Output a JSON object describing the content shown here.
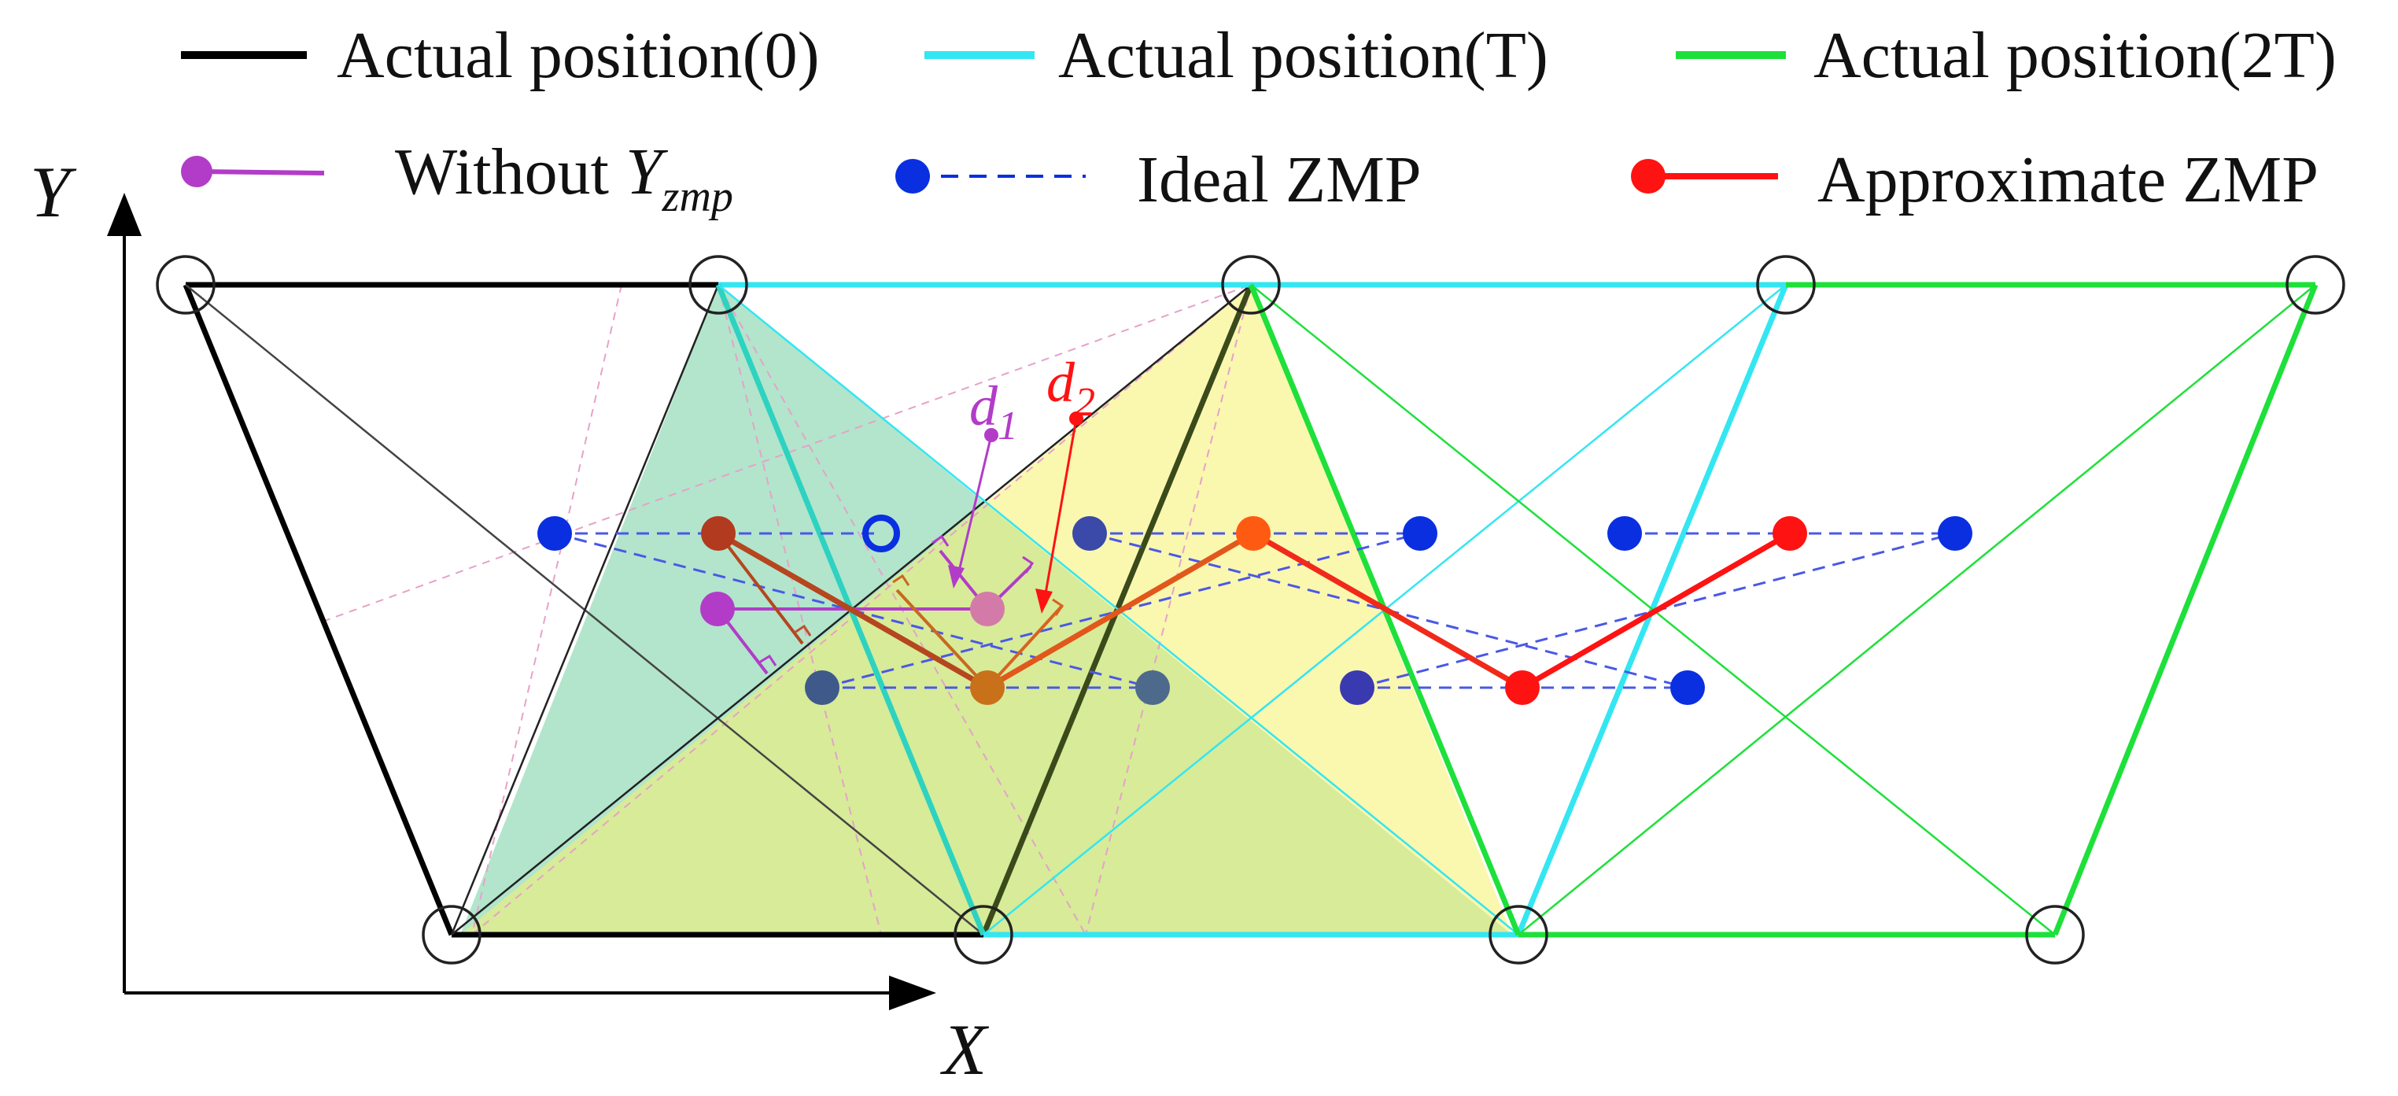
{
  "legend": {
    "actual0": "Actual position(0)",
    "actualT": "Actual position(T)",
    "actual2T": "Actual position(2T)",
    "without_prefix": "Without ",
    "without_var": "Y",
    "without_sub": "zmp",
    "ideal": "Ideal ZMP",
    "approx": "Approximate ZMP"
  },
  "axes": {
    "x": "X",
    "y": "Y"
  },
  "labels": {
    "d1": "d",
    "d1_sub": "1",
    "d2": "d",
    "d2_sub": "2"
  },
  "colors": {
    "actual0": "#000000",
    "actualT": "#33e6f2",
    "actual2T": "#1ee03a",
    "without": "#b23cc8",
    "ideal": "#0a2fe0",
    "approx": "#ff1212",
    "triangle_green": "#5cc793",
    "triangle_yellow": "#f5f06e"
  }
}
